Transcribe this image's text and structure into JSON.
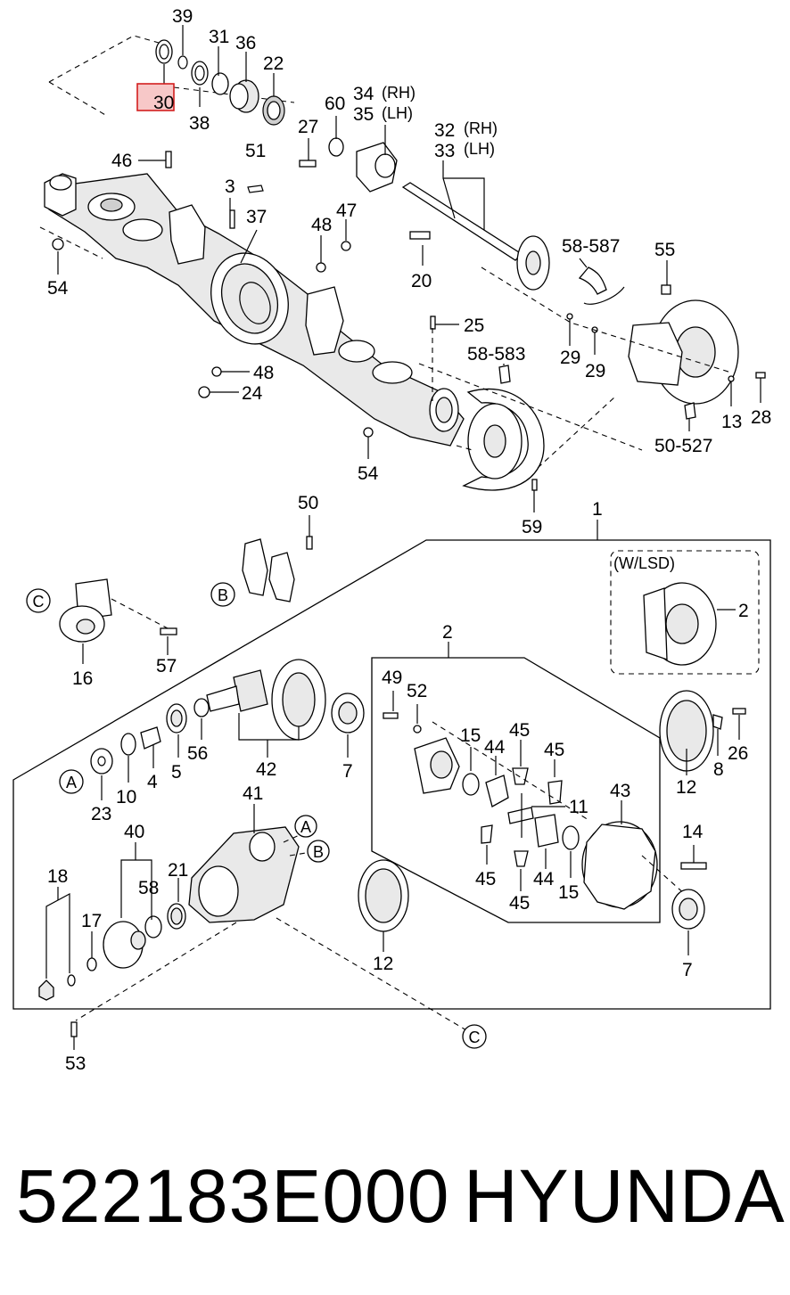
{
  "footer": {
    "part_number": "522183E000",
    "brand": "HYUNDAI"
  },
  "highlight": {
    "part": "30",
    "color": "#d21f1f"
  },
  "callouts": {
    "c39": "39",
    "c31": "31",
    "c36": "36",
    "c22": "22",
    "c30": "30",
    "c38": "38",
    "c46": "46",
    "c51": "51",
    "c60": "60",
    "c34": "34",
    "c34_side": "(RH)",
    "c35": "35",
    "c35_side": "(LH)",
    "c27": "27",
    "c32": "32",
    "c32_side": "(RH)",
    "c33": "33",
    "c33_side": "(LH)",
    "c3": "3",
    "c37": "37",
    "c47": "47",
    "c48a": "48",
    "c54a": "54",
    "c20": "20",
    "c58_587": "58-587",
    "c55": "55",
    "c25": "25",
    "c48b": "48",
    "c24": "24",
    "c58_583": "58-583",
    "c29a": "29",
    "c29b": "29",
    "c13": "13",
    "c28": "28",
    "c50_527": "50-527",
    "c54b": "54",
    "c59": "59",
    "c50": "50",
    "c1": "1",
    "c_wlsd": "(W/LSD)",
    "c2_lsd": "2",
    "c16": "16",
    "c57": "57",
    "c2": "2",
    "c49": "49",
    "c52": "52",
    "c15a": "15",
    "c44a": "44",
    "c45a": "45",
    "c45b": "45",
    "c43": "43",
    "c11": "11",
    "c45c": "45",
    "c44b": "44",
    "c15b": "15",
    "c45d": "45",
    "c12a": "12",
    "c8": "8",
    "c26": "26",
    "c14": "14",
    "c7a": "7",
    "c7b": "7",
    "c10": "10",
    "c4": "4",
    "c5": "5",
    "c56": "56",
    "c42": "42",
    "c23": "23",
    "c41": "41",
    "c40": "40",
    "c58": "58",
    "c21": "21",
    "c18": "18",
    "c17": "17",
    "c12b": "12",
    "c53": "53"
  },
  "markers": {
    "c_top": "C",
    "b_top": "B",
    "a_left": "A",
    "a_mid": "A",
    "b_mid": "B",
    "c_bottom": "C"
  }
}
